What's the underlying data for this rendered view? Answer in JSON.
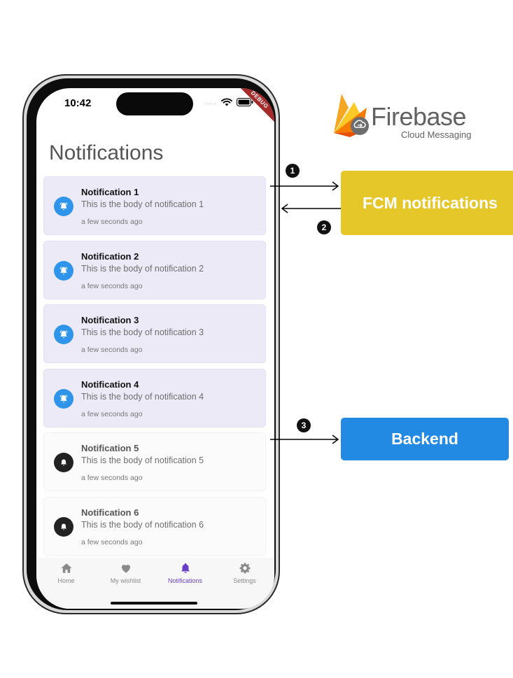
{
  "status_bar": {
    "time": "10:42",
    "signal": "....",
    "debug_label": "DEBUG"
  },
  "screen": {
    "title": "Notifications"
  },
  "notifications": [
    {
      "title": "Notification 1",
      "body": "This is the body of notification 1",
      "time": "a few seconds ago",
      "read": false,
      "icon": "alarm-icon"
    },
    {
      "title": "Notification 2",
      "body": "This is the body of notification 2",
      "time": "a few seconds ago",
      "read": false,
      "icon": "alarm-icon"
    },
    {
      "title": "Notification 3",
      "body": "This is the body of notification 3",
      "time": "a few seconds ago",
      "read": false,
      "icon": "alarm-icon"
    },
    {
      "title": "Notification 4",
      "body": "This is the body of notification 4",
      "time": "a few seconds ago",
      "read": false,
      "icon": "alarm-icon"
    },
    {
      "title": "Notification 5",
      "body": "This is the body of notification 5",
      "time": "a few seconds ago",
      "read": true,
      "icon": "bell-icon"
    },
    {
      "title": "Notification 6",
      "body": "This is the body of notification 6",
      "time": "a few seconds ago",
      "read": true,
      "icon": "bell-icon"
    }
  ],
  "bottom_nav": [
    {
      "label": "Home",
      "icon": "home-icon",
      "active": false
    },
    {
      "label": "My wishlist",
      "icon": "heart-icon",
      "active": false
    },
    {
      "label": "Notifications",
      "icon": "bell-icon",
      "active": true
    },
    {
      "label": "Settings",
      "icon": "gear-icon",
      "active": false
    }
  ],
  "firebase": {
    "name": "Firebase",
    "subtitle": "Cloud Messaging"
  },
  "steps": {
    "one": "1",
    "two": "2",
    "three": "3"
  },
  "boxes": {
    "fcm": "FCM notifications",
    "backend": "Backend"
  },
  "colors": {
    "unread_card": "#edeaf8",
    "unread_icon": "#2f95ea",
    "read_icon": "#222222",
    "active_nav": "#6a3fc8",
    "fcm_box": "#e5c72a",
    "backend_box": "#238ae4",
    "debug_ribbon": "#a52a2a"
  }
}
